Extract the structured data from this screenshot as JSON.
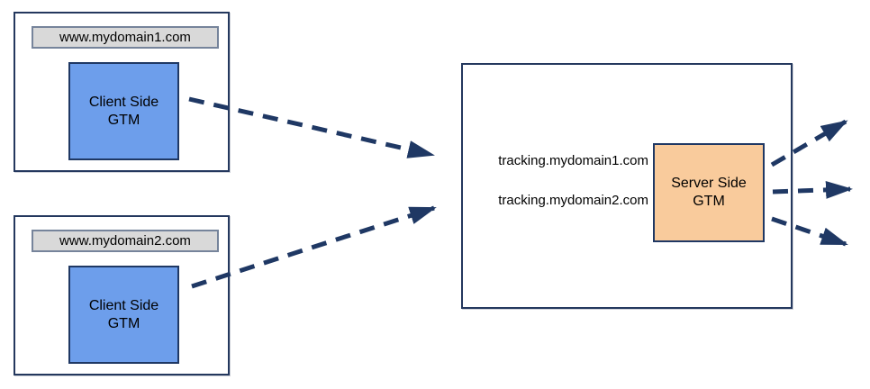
{
  "colors": {
    "arrow": "#1f3864",
    "box_border": "#24385e",
    "client_gtm_fill": "#6d9eeb",
    "server_gtm_fill": "#f9cb9c",
    "domain_bar_fill": "#d9d9d9",
    "domain_bar_border": "#76849b"
  },
  "sites": [
    {
      "domain": "www.mydomain1.com",
      "gtm_label": "Client Side GTM"
    },
    {
      "domain": "www.mydomain2.com",
      "gtm_label": "Client Side GTM"
    }
  ],
  "server": {
    "endpoints": [
      "tracking.mydomain1.com",
      "tracking.mydomain2.com"
    ],
    "gtm_label": "Server Side GTM"
  }
}
